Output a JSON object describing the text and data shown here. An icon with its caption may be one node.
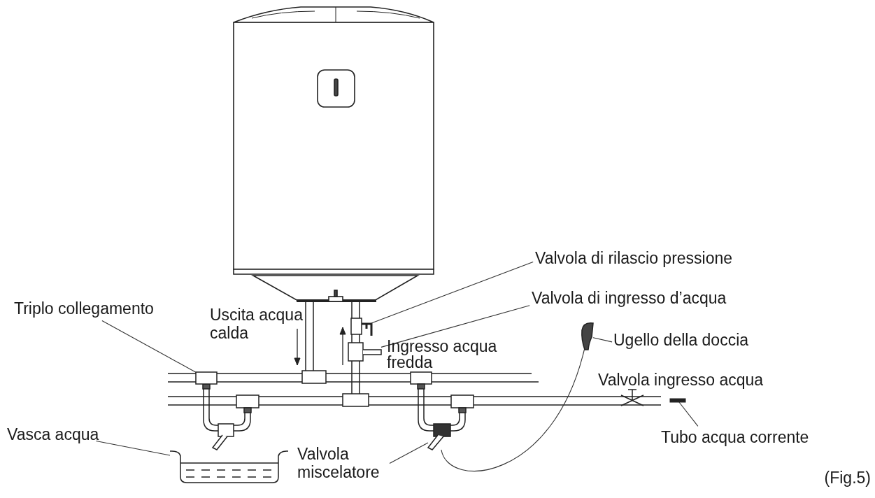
{
  "diagram": {
    "caption": "(Fig.5)",
    "nodes": [
      {
        "text": [
          "Triplo collegamento"
        ]
      },
      {
        "text": [],
        "shape": "box"
      },
      {
        "text": [
          "Vasca acqua"
        ]
      },
      {
        "text": [],
        "shape": "picture"
      },
      {
        "text": [
          "Valvola miscelatore"
        ]
      },
      {
        "text": [],
        "shape": "picture"
      },
      {
        "text": [
          "Valvola di rilascio pressione"
        ]
      },
      {
        "text": [],
        "shape": "picture"
      },
      {
        "text": [
          "Valvola di ingresso d’acqua"
        ]
      },
      {
        "text": [],
        "shape": "picture"
      },
      {
        "text": [
          "Ugello della doccia"
        ]
      },
      {
        "text": [],
        "shape": "picture"
      },
      {
        "text": [
          "Tubo acqua corrente"
        ]
      },
      {
        "text": [],
        "shape": "bar"
      }
    ],
    "edges": [
      {
        "from": 0,
        "to": 1,
        "arrow": "none"
      },
      {
        "from": 2,
        "to": 3,
        "arrow": "none"
      },
      {
        "from": 4,
        "to": 5,
        "arrow": "none"
      },
      {
        "from": 6,
        "to": 7,
        "arrow": "none"
      },
      {
        "from": 8,
        "to": 9,
        "arrow": "none"
      },
      {
        "from": 10,
        "to": 11,
        "arrow": "none"
      },
      {
        "from": 12,
        "to": 13,
        "arrow": "none"
      },
      {
        "from": 5,
        "to": 11,
        "arrow": "none"
      }
    ],
    "labels": [
      "Uscita acqua calda",
      "Ingresso acqua fredda",
      "Valvola ingresso acqua"
    ]
  }
}
